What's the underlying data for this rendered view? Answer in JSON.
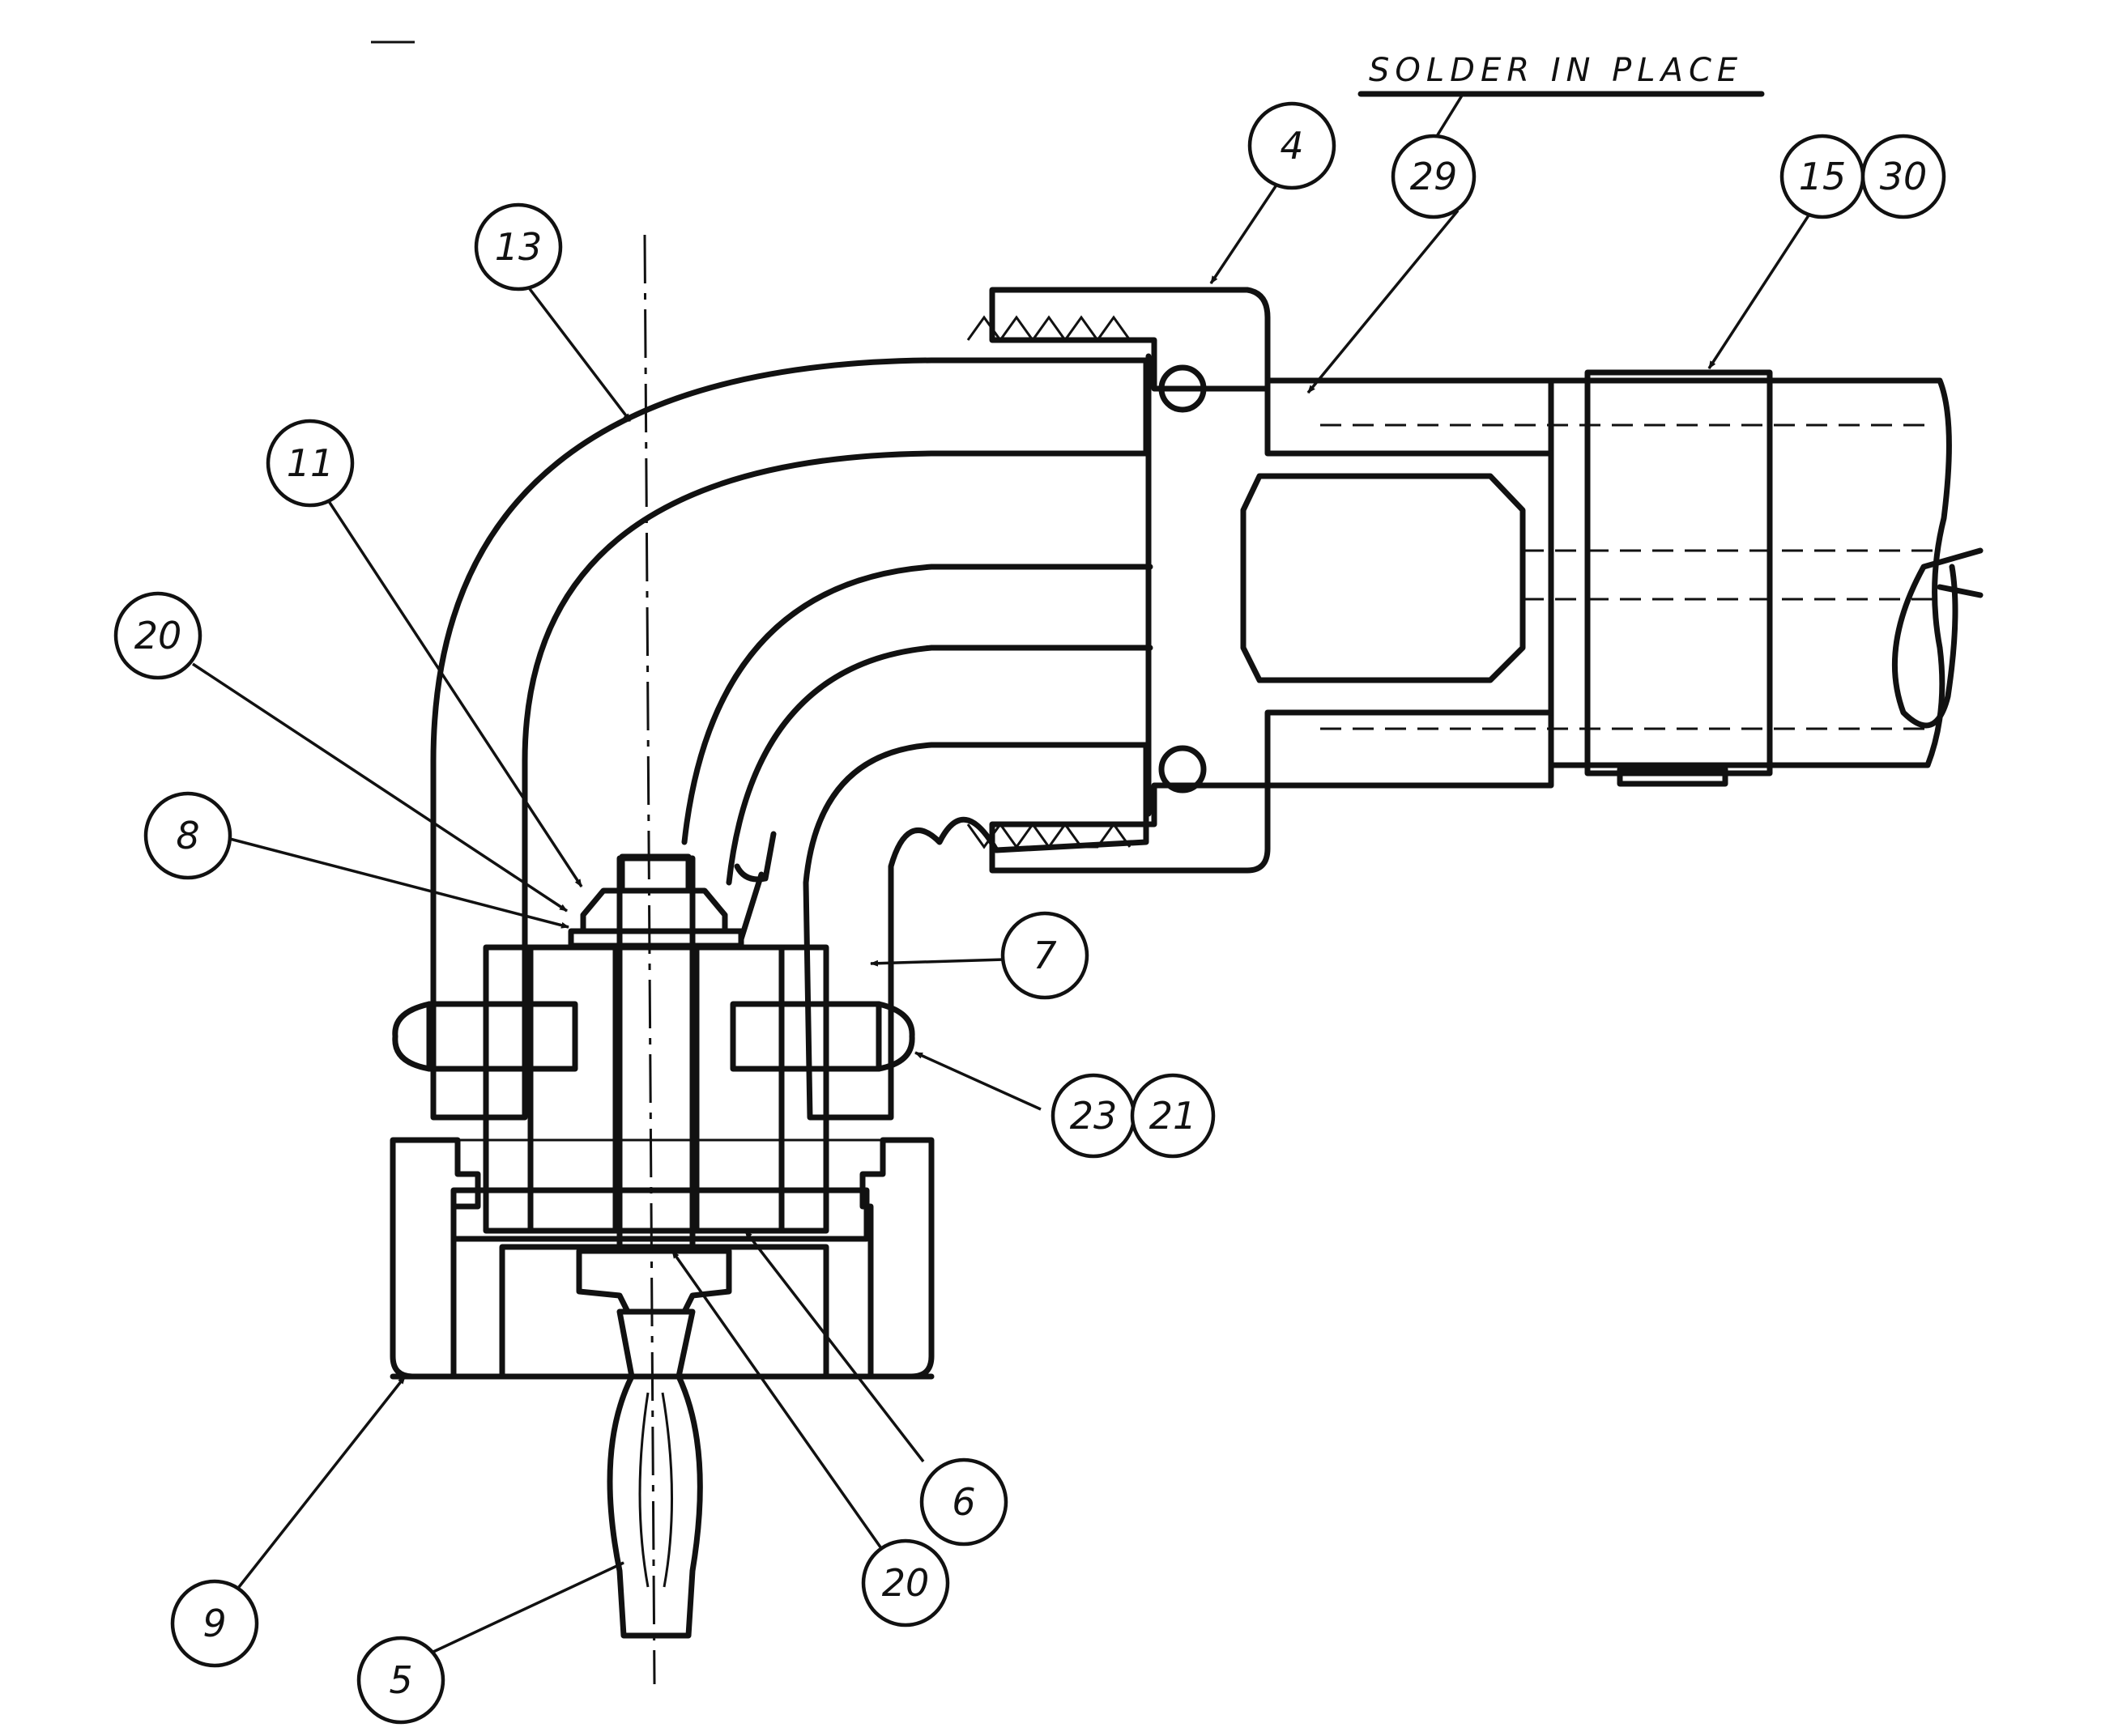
{
  "drawing": {
    "note": "SOLDER IN PLACE",
    "callouts": {
      "c4": "4",
      "c29": "29",
      "c15": "15",
      "c30": "30",
      "c13": "13",
      "c11": "11",
      "c20_top": "20",
      "c8": "8",
      "c7": "7",
      "c23": "23",
      "c21": "21",
      "c6": "6",
      "c20_bottom": "20",
      "c9": "9",
      "c5": "5"
    }
  },
  "colors": {
    "ink": "#111111",
    "paper": "#ffffff"
  }
}
